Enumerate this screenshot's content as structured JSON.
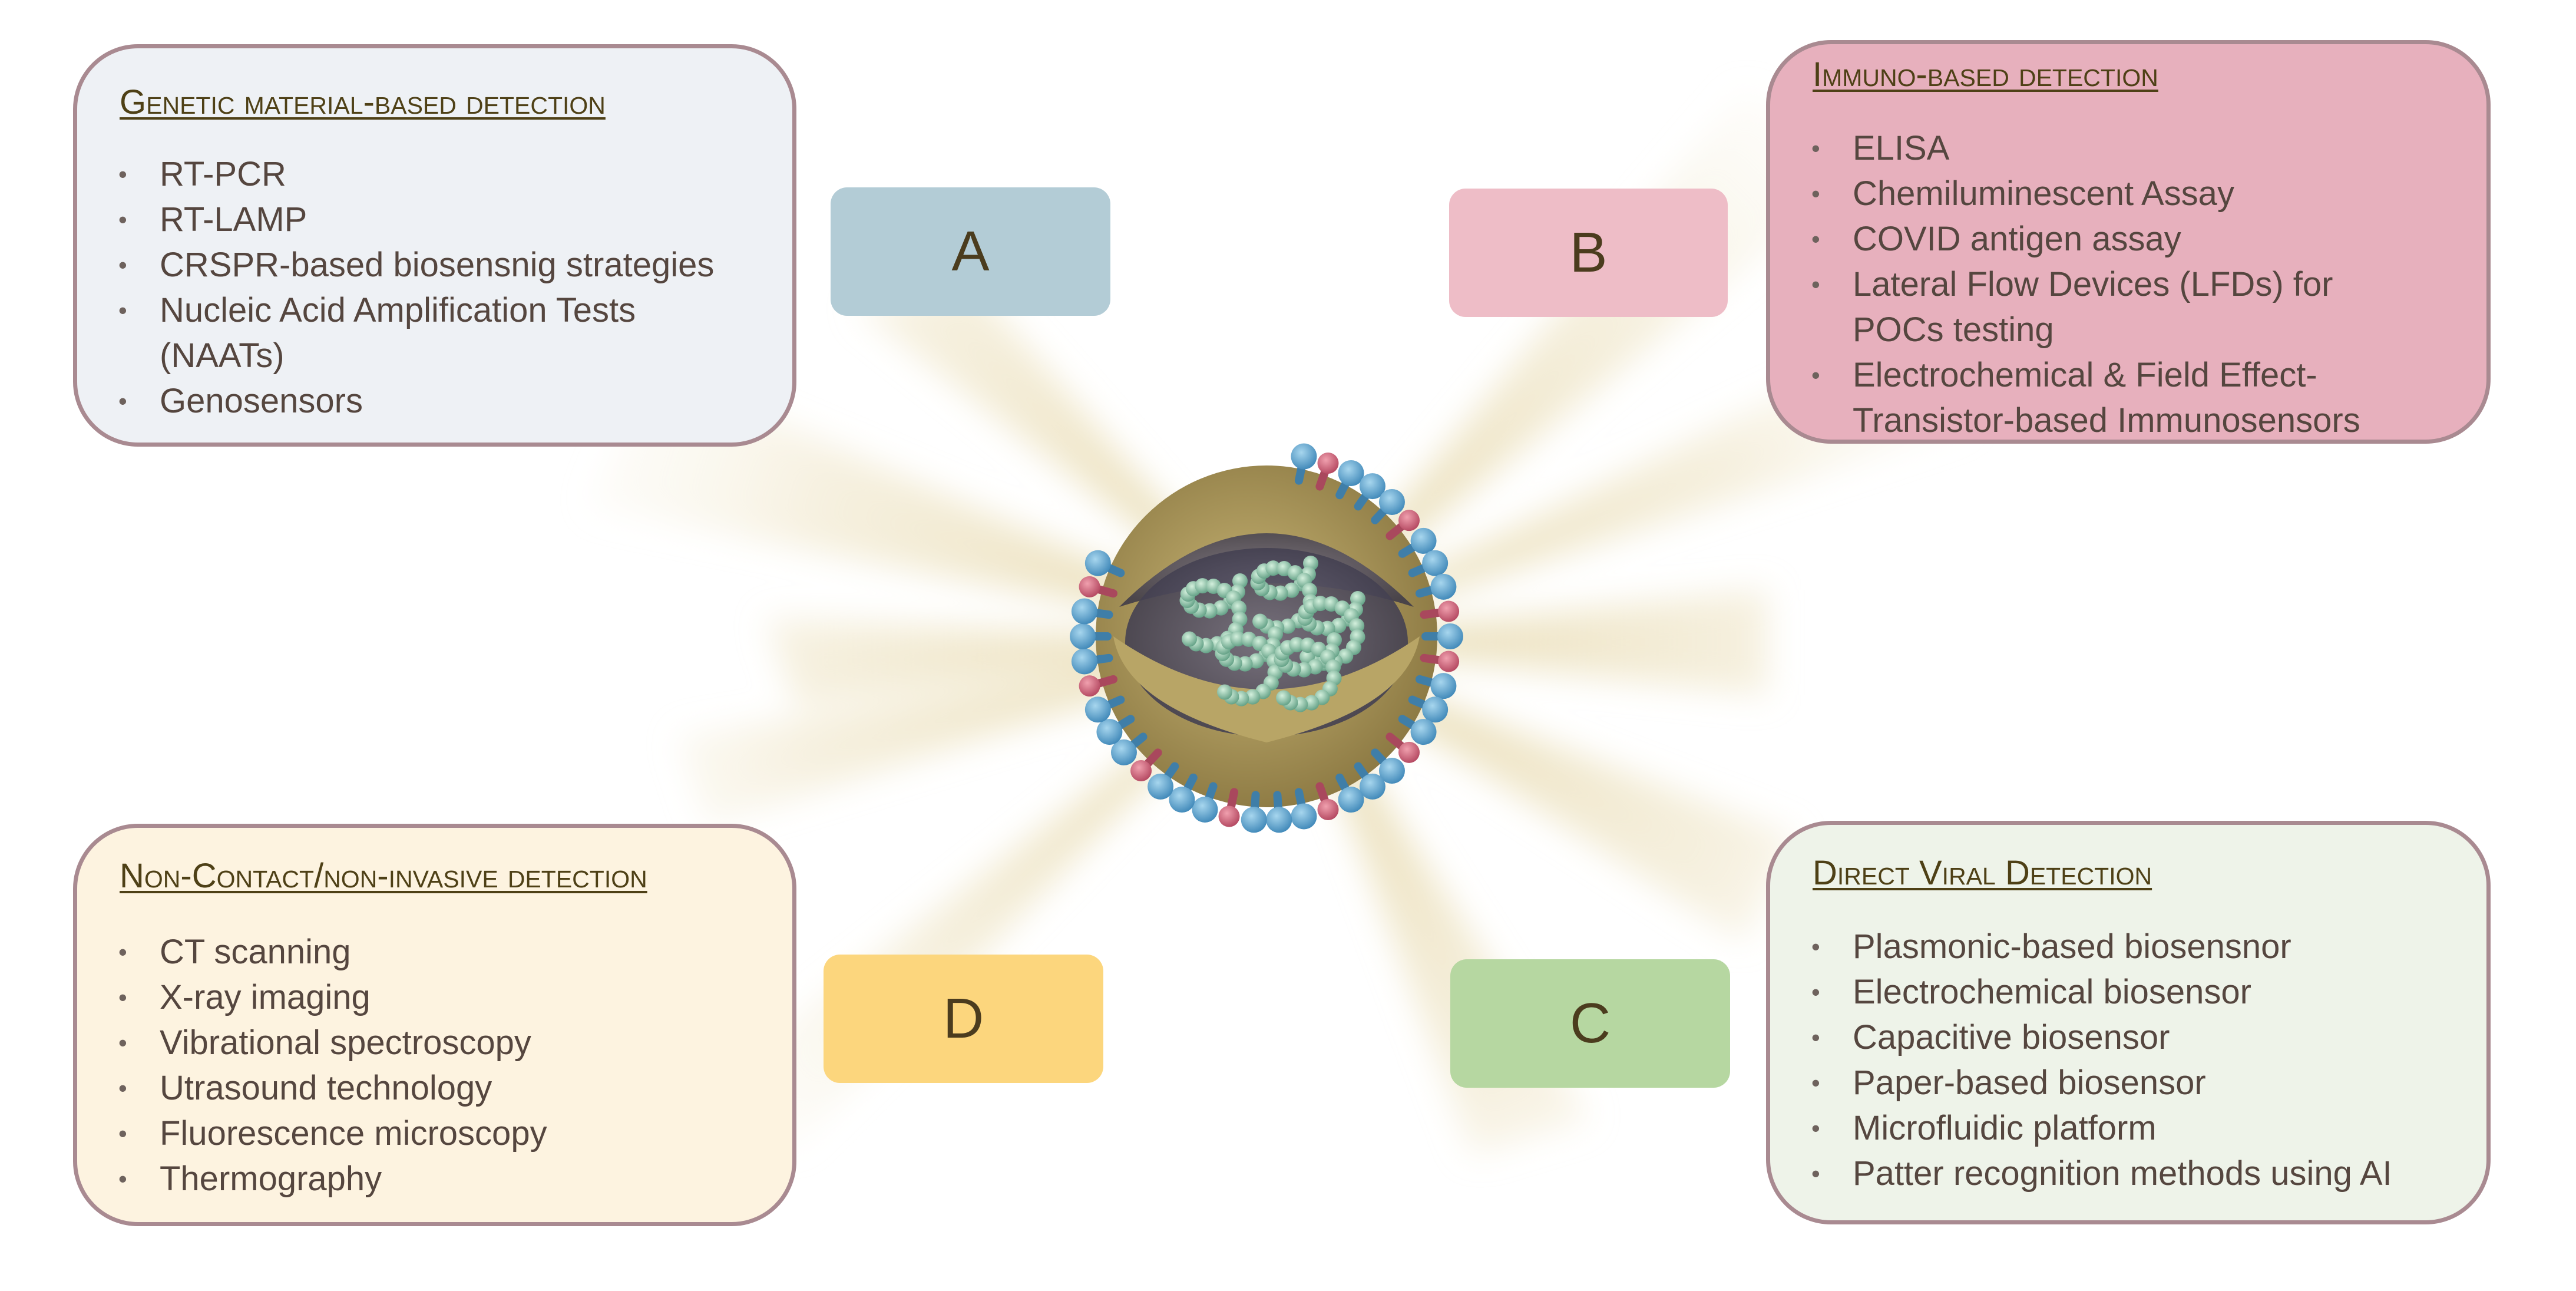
{
  "colors": {
    "panel_a_fill": "#eef1f5",
    "panel_b_fill": "#e7b0bd",
    "panel_c_fill": "#eef3e9",
    "panel_d_fill": "#fdf3e0",
    "box_a": "#b3ccd6",
    "box_b": "#eebdc7",
    "box_c": "#b6d7a1",
    "box_d": "#fcd67d",
    "ray": "#e8dcb4",
    "panel_border": "#a98a91",
    "title": "#4e4016",
    "text": "#55463f"
  },
  "icons": {
    "center": "virus-cutaway-icon",
    "bullet": "bullet-dot-icon"
  },
  "panels": {
    "a": {
      "title": "Genetic material-based detection",
      "items": [
        "RT-PCR",
        "RT-LAMP",
        "CRSPR-based biosensnig strategies",
        "Nucleic Acid Amplification Tests",
        "(NAATs)",
        "Genosensors"
      ]
    },
    "b": {
      "title": "Immuno-based detection",
      "items": [
        "ELISA",
        "Chemiluminescent Assay",
        "COVID antigen assay",
        "Lateral Flow Devices (LFDs) for",
        "POCs testing",
        "Electrochemical & Field Effect-",
        "Transistor-based Immunosensors"
      ]
    },
    "c": {
      "title": "Direct Viral Detection",
      "items": [
        "Plasmonic-based biosensnor",
        "Electrochemical biosensor",
        "Capacitive biosensor",
        "Paper-based biosensor",
        "Microfluidic platform",
        "Patter recognition methods using AI"
      ]
    },
    "d": {
      "title": "Non-Contact/non-invasive detection",
      "items": [
        "CT scanning",
        "X-ray imaging",
        "Vibrational spectroscopy",
        "Utrasound technology",
        "Fluorescence microscopy",
        "Thermography"
      ]
    }
  },
  "letters": {
    "a": "A",
    "b": "B",
    "c": "C",
    "d": "D"
  }
}
